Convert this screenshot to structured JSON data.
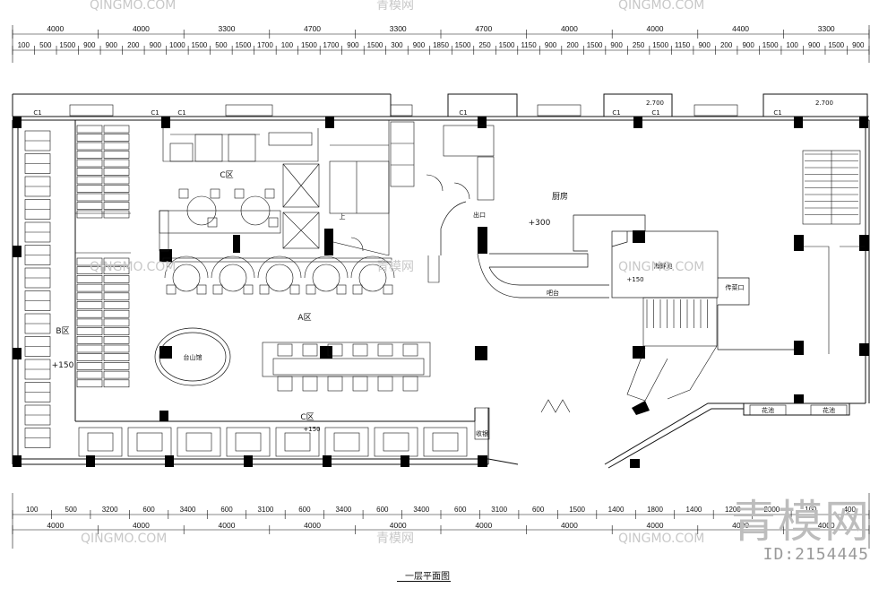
{
  "dims_top_major": [
    "4000",
    "4000",
    "3300",
    "4700",
    "3300",
    "4700",
    "4000",
    "4000",
    "4400",
    "3300"
  ],
  "dims_top_minor": [
    "100",
    "500",
    "1500",
    "900",
    "900",
    "200",
    "900",
    "1000",
    "1500",
    "500",
    "1500",
    "1700",
    "100",
    "1500",
    "1700",
    "900",
    "1500",
    "300",
    "900",
    "1850",
    "1500",
    "250",
    "1500",
    "1150",
    "900",
    "200",
    "1500",
    "900",
    "250",
    "1500",
    "1150",
    "900",
    "200",
    "900",
    "1500",
    "100",
    "900",
    "1500",
    "900"
  ],
  "dims_bottom_minor": [
    "100",
    "500",
    "3200",
    "600",
    "3400",
    "600",
    "3100",
    "600",
    "3400",
    "600",
    "3400",
    "600",
    "3100",
    "600",
    "1500",
    "1400",
    "1800",
    "1400",
    "1200",
    "2000",
    "100",
    "400"
  ],
  "dims_bottom_major": [
    "4000",
    "4000",
    "4000",
    "4000",
    "4000",
    "4000",
    "4000",
    "4000",
    "4000",
    "4000"
  ],
  "labels": {
    "c1": "C1",
    "win_2700": "2.700",
    "zone_c_top": "C区",
    "zone_a": "A区",
    "zone_b": "B区",
    "zone_c_bottom": "C区",
    "stage": "台山馆",
    "kitchen": "厨房",
    "exit": "出口",
    "plus300": "+300",
    "plus150_b": "+150",
    "plus150_c": "+150",
    "plus150_k": "+150",
    "seafood": "海鲜池",
    "bar": "吧台",
    "dish_pass": "传菜口",
    "up": "上",
    "cashier": "收银",
    "flower1": "花池",
    "flower2": "花池"
  },
  "title": "一层平面图",
  "watermark": "QINGMO.COM",
  "watermark_cn": "青模网",
  "brand": "青模网",
  "id_label": "ID:2154445"
}
